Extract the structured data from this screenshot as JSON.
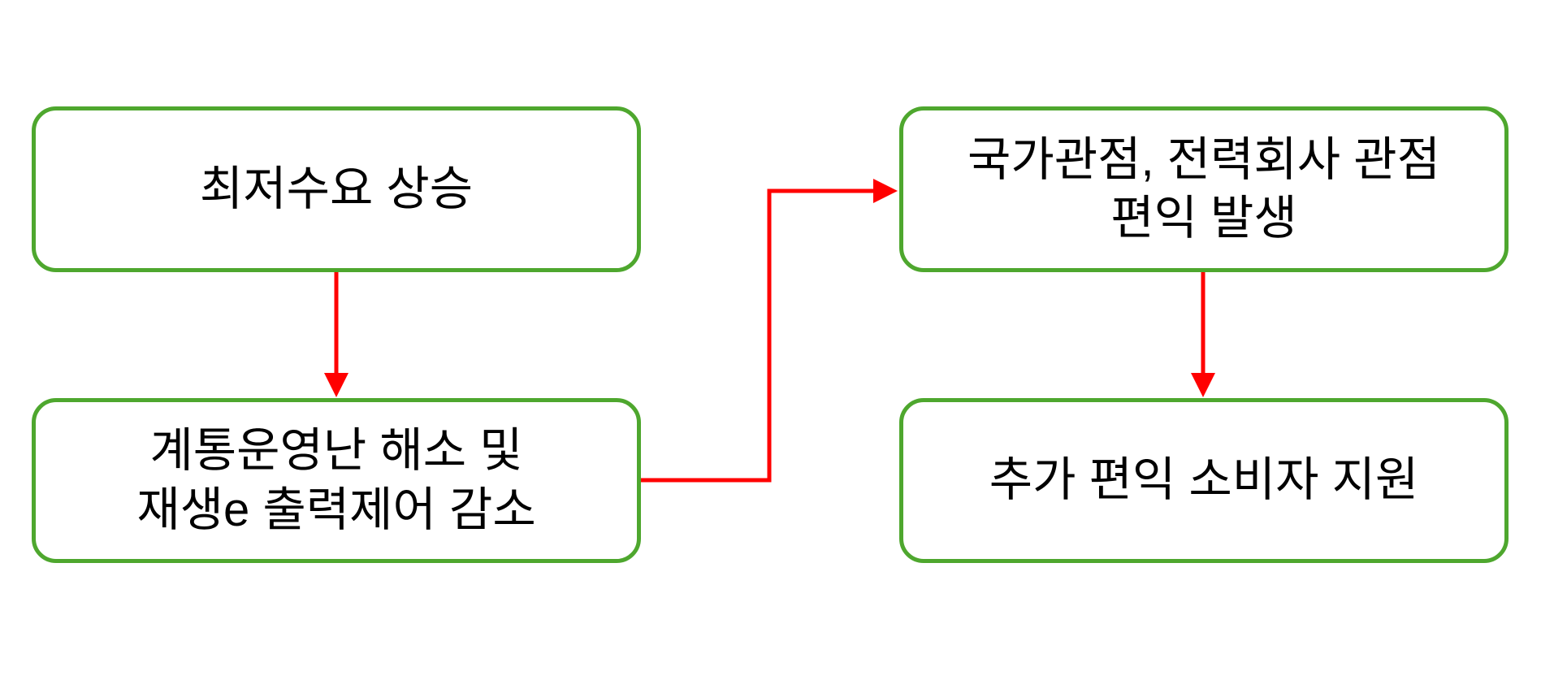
{
  "nodes": [
    {
      "id": "n1",
      "label": "최저수요 상승"
    },
    {
      "id": "n2",
      "label": "계통운영난 해소 및\n재생e 출력제어 감소"
    },
    {
      "id": "n3",
      "label": "국가관점, 전력회사 관점\n편익 발생"
    },
    {
      "id": "n4",
      "label": "추가 편익 소비자 지원"
    }
  ],
  "edges": [
    {
      "from": "n1",
      "to": "n2"
    },
    {
      "from": "n2",
      "to": "n3"
    },
    {
      "from": "n3",
      "to": "n4"
    }
  ],
  "colors": {
    "box_border": "#4ea72e",
    "arrow": "#ff0000"
  }
}
